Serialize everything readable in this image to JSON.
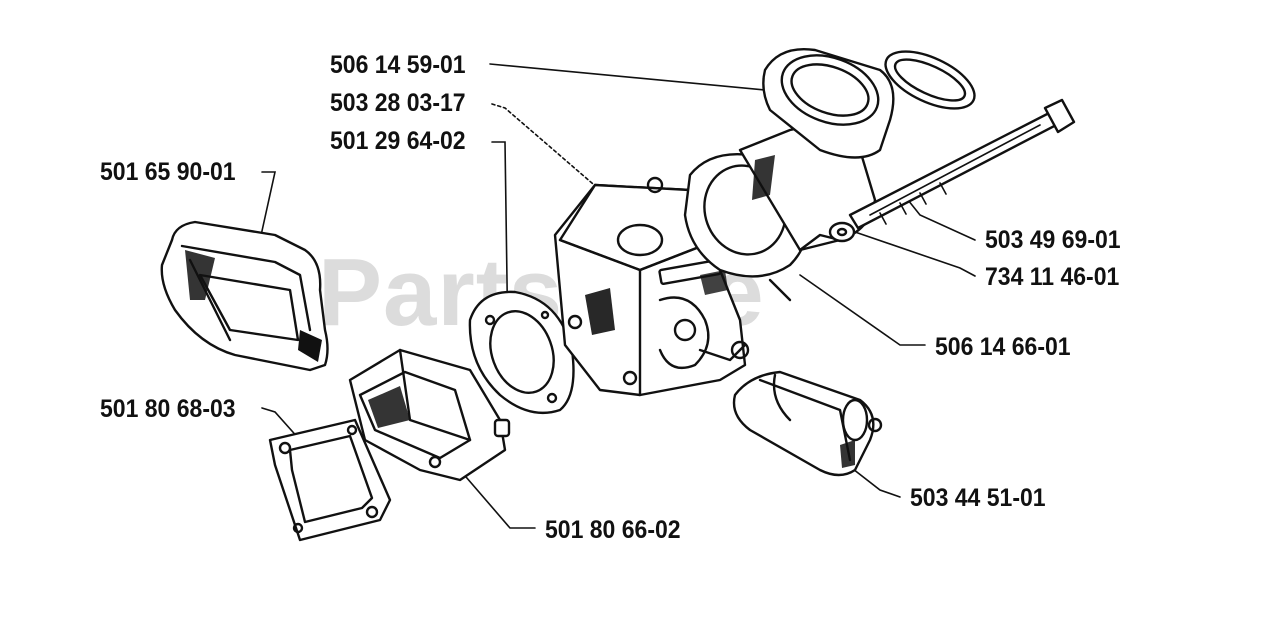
{
  "watermark": {
    "text": "PartsTree",
    "trademark": "™"
  },
  "part_labels": [
    "506 14 59-01",
    "503 28 03-17",
    "501 29 64-02",
    "501 65 90-01",
    "501 80 68-03",
    "501 80 66-02",
    "503 49 69-01",
    "734 11 46-01",
    "506 14 66-01",
    "503 44 51-01"
  ],
  "colors": {
    "ink": "#111111",
    "watermark": "#dcdcdc",
    "background": "#ffffff"
  }
}
